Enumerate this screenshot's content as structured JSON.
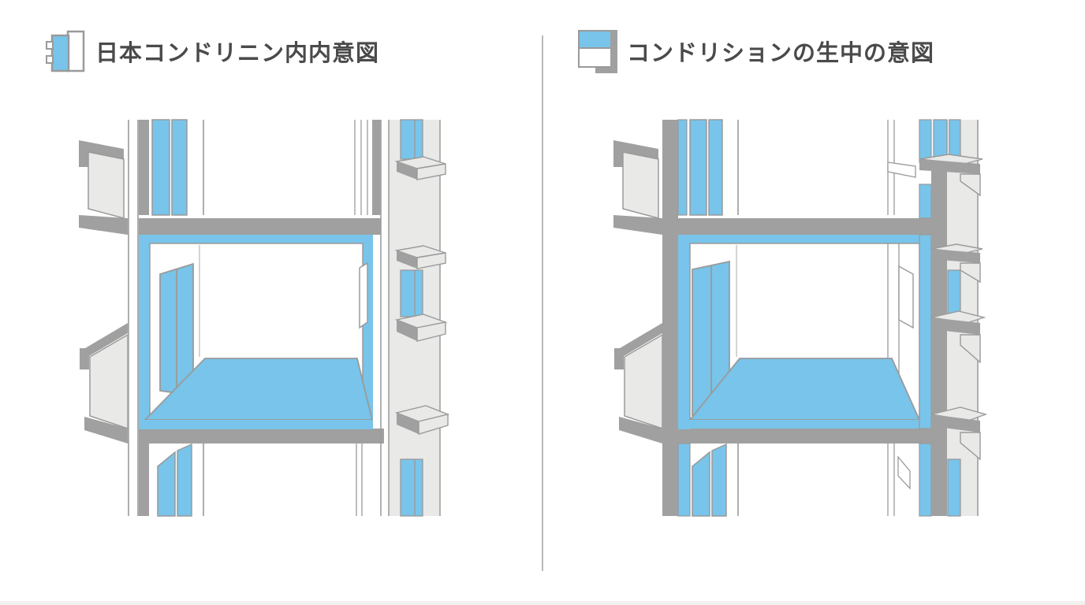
{
  "header": {
    "left": {
      "title": "日本コンドリニン内内意図",
      "icon": "interior-insulation-section-icon"
    },
    "right": {
      "title": "コンドリションの生中の意図",
      "icon": "exterior-insulation-section-icon"
    }
  },
  "diagrams": {
    "left": {
      "name": "building-cross-section-interior-insulation"
    },
    "right": {
      "name": "building-cross-section-exterior-insulation"
    }
  },
  "colors": {
    "insulation_blue": "#78C4EA",
    "structure_gray": "#A0A0A0",
    "light_gray_fill": "#E9E9E8",
    "outline_gray": "#9A9A9A",
    "divider_gray": "#B8B8B8",
    "title_text": "#4A4A4A",
    "background": "#FFFFFF"
  }
}
